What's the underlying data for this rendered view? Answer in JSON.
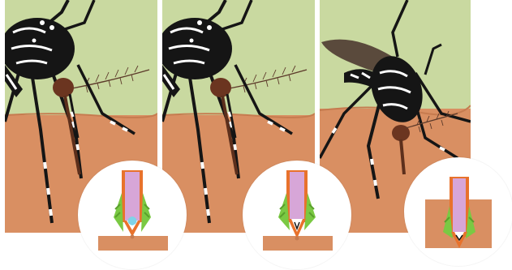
{
  "figure": {
    "panel_count": 3,
    "inset_count": 3,
    "colors": {
      "sky": "#c9d9a0",
      "skin": "#d98f62",
      "skin_dark": "#c67b4f",
      "body": "#151515",
      "stripe": "#ffffff",
      "wing": "#5a4a3c",
      "proboscis": "#5c2f1c",
      "labrum": "#d7a6d8",
      "stylet_green": "#7ac943",
      "stylet_orange": "#e8722c",
      "saliva": "#7fd3e8"
    },
    "icons": [
      "mosquito-illustration",
      "proboscis-cross-section"
    ]
  }
}
